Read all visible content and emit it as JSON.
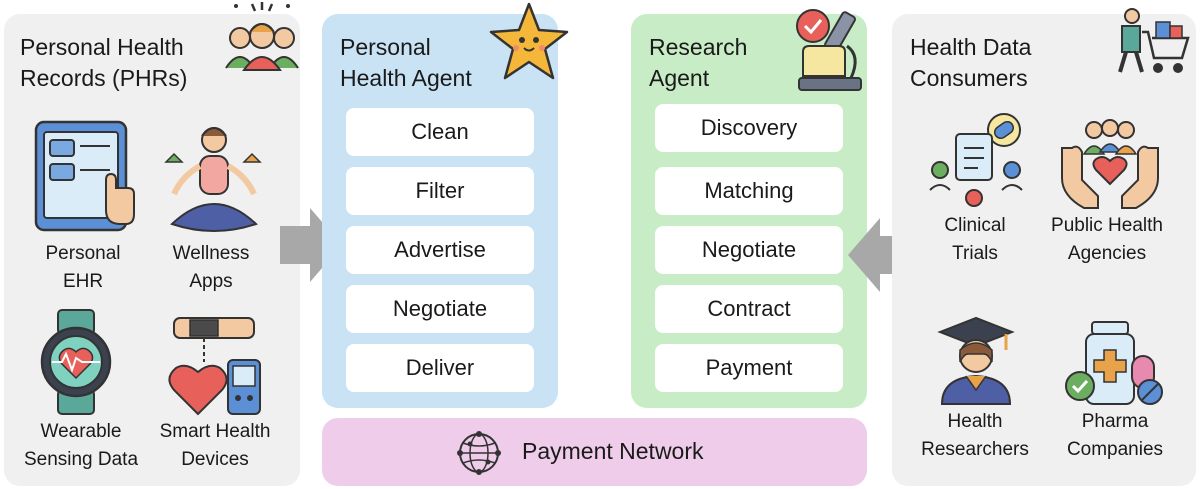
{
  "left_panel": {
    "title": "Personal Health\nRecords (PHRs)",
    "items": [
      {
        "label": "Personal\nEHR",
        "icon": "ehr-tablet-icon"
      },
      {
        "label": "Wellness\nApps",
        "icon": "meditation-icon"
      },
      {
        "label": "Wearable\nSensing Data",
        "icon": "smartwatch-icon"
      },
      {
        "label": "Smart Health\nDevices",
        "icon": "blood-pressure-monitor-icon"
      }
    ],
    "header_icon": "people-group-icon"
  },
  "personal_health_agent": {
    "title": "Personal\nHealth Agent",
    "steps": [
      "Clean",
      "Filter",
      "Advertise",
      "Negotiate",
      "Deliver"
    ],
    "header_icon": "starfish-icon"
  },
  "research_agent": {
    "title": "Research\nAgent",
    "steps": [
      "Discovery",
      "Matching",
      "Negotiate",
      "Contract",
      "Payment"
    ],
    "header_icon": "microscope-icon"
  },
  "right_panel": {
    "title": "Health Data\nConsumers",
    "items": [
      {
        "label": "Clinical\nTrials",
        "icon": "clinical-trial-icon"
      },
      {
        "label": "Public Health\nAgencies",
        "icon": "hands-community-icon"
      },
      {
        "label": "Health\nResearchers",
        "icon": "graduate-icon"
      },
      {
        "label": "Pharma\nCompanies",
        "icon": "medicine-bottle-icon"
      }
    ],
    "header_icon": "shopping-cart-icon"
  },
  "payment_network": {
    "label": "Payment Network",
    "icon": "network-globe-icon"
  },
  "colors": {
    "side_panel": "#f0f0f0",
    "pha_panel": "#c9e3f4",
    "research_panel": "#c8ecc6",
    "payment_panel": "#efcdea",
    "arrow": "#a8a8a8"
  }
}
